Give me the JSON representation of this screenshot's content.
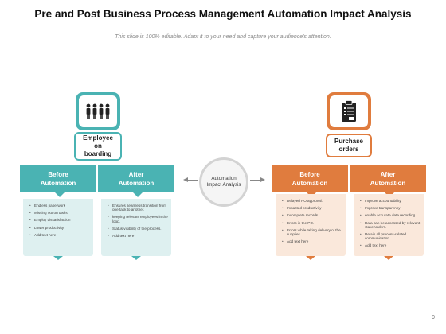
{
  "title": "Pre and Post Business Process Management Automation Impact Analysis",
  "subtitle": "This slide is 100% editable. Adapt it to your need and capture your audience's attention.",
  "center": {
    "label_line1": "Automation",
    "label_line2": "Impact Analysis"
  },
  "left": {
    "icon": "team-icon",
    "tag_line1": "Employee",
    "tag_line2": "on",
    "tag_line3": "boarding",
    "before": {
      "head_line1": "Before",
      "head_line2": "Automation",
      "items": [
        "Endless paperwork",
        "Missing out on tasks.",
        "Employ dissatisfaction",
        "Lower productivity",
        "Add text here"
      ]
    },
    "after": {
      "head_line1": "After",
      "head_line2": "Automation",
      "items": [
        "Ensures seamless transition from one task to another.",
        "keeping relevant employees in the loop.",
        "Status visibility of the process.",
        "Add text here"
      ]
    }
  },
  "right": {
    "icon": "clipboard-icon",
    "tag_line1": "Purchase",
    "tag_line2": "orders",
    "before": {
      "head_line1": "Before",
      "head_line2": "Automation",
      "items": [
        "Delayed PO approval.",
        "Impacted productivity",
        "Incomplete records",
        "Errors in the PO.",
        "Errors while taking delivery of the supplies.",
        "Add text here"
      ]
    },
    "after": {
      "head_line1": "After",
      "head_line2": "Automation",
      "items": [
        "Improve accountability",
        "Improve transparency",
        "enable accurate data recording",
        "Data can be accessed by relevant stakeholders.",
        "Retain all process-related communication",
        "Add text here"
      ]
    }
  },
  "colors": {
    "teal": "#4ab3b3",
    "orange": "#e07c3e",
    "teal_light": "#def0f0",
    "orange_light": "#fae8db"
  },
  "page_number": "9"
}
